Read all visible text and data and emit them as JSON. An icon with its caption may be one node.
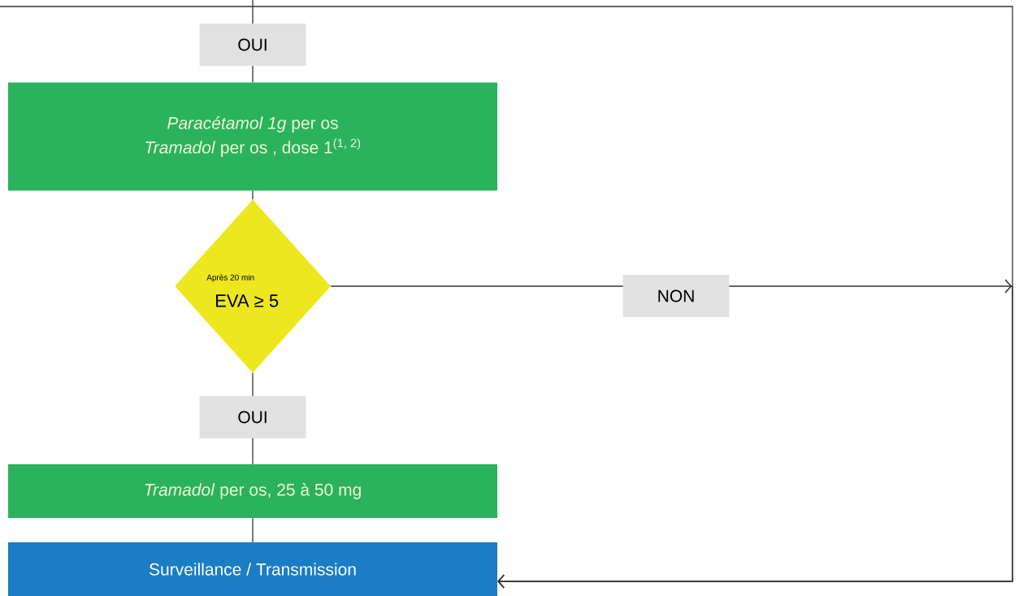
{
  "diagram": {
    "nodes": [
      {
        "text": [
          "*Paracétamol 1g* per os",
          "*Tramadol* per os , dose 1$^{(1, 2)}$"
        ]
      },
      {
        "text": [
          "Après 20 min",
          "EVA ≥ 5"
        ]
      },
      {
        "text": [
          "*Tramadol* per os, 25 à 50 mg"
        ]
      },
      {
        "text": [
          "Surveillance / Transmission"
        ]
      }
    ],
    "edges": [
      {
        "from": null,
        "to": 0,
        "arrow": "none",
        "label": "OUI"
      },
      {
        "from": 0,
        "to": 1,
        "arrow": "none"
      },
      {
        "from": 1,
        "to": 2,
        "arrow": "none",
        "label": "OUI"
      },
      {
        "from": 2,
        "to": 3,
        "arrow": "none"
      },
      {
        "from": 1,
        "to": 3,
        "arrow": "to",
        "label": "NON"
      },
      {
        "from": null,
        "to": 3,
        "arrow": "to"
      }
    ]
  }
}
